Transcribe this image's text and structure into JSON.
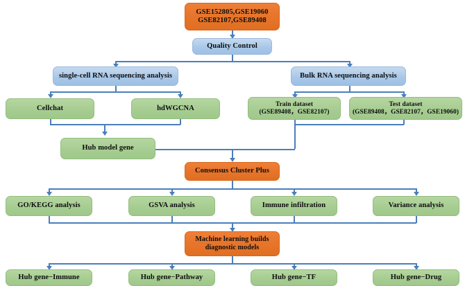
{
  "diagram": {
    "title": "Bioinformatics analysis workflow flowchart",
    "colors": {
      "orange": "#E8752B",
      "blue": "#A9C8E8",
      "green": "#A7CD92",
      "connector": "#4A7EBB",
      "text": "#0D0D0D"
    }
  },
  "nodes": {
    "datasets": {
      "line1": "GSE152805,GSE19060",
      "line2": "GSE82107,GSE89408",
      "color": "orange"
    },
    "quality_control": {
      "line1": "Quality Control",
      "color": "blue"
    },
    "single_cell": {
      "line1": "single-cell RNA sequencing analysis",
      "color": "blue"
    },
    "bulk_rna": {
      "line1": "Bulk RNA sequencing analysis",
      "color": "blue"
    },
    "cellchat": {
      "line1": "Cellchat",
      "color": "green"
    },
    "hdwgcna": {
      "line1": "hdWGCNA",
      "color": "green"
    },
    "train_dataset": {
      "line1": "Train dataset",
      "line2": "(GSE89408，GSE82107)",
      "color": "green"
    },
    "test_dataset": {
      "line1": "Test dataset",
      "line2": "(GSE89408，GSE82107，GSE19060)",
      "color": "green"
    },
    "hub_model_gene": {
      "line1": "Hub model gene",
      "color": "green"
    },
    "consensus_cluster_plus": {
      "line1": "Consensus Cluster Plus",
      "color": "orange"
    },
    "go_kegg": {
      "line1": "GO/KEGG analysis",
      "color": "green"
    },
    "gsva": {
      "line1": "GSVA analysis",
      "color": "green"
    },
    "immune_infiltration": {
      "line1": "Immune  infiltration",
      "color": "green"
    },
    "variance_analysis": {
      "line1": "Variance  analysis",
      "color": "green"
    },
    "machine_learning": {
      "line1": "Machine learning builds",
      "line2": "diagnostic models",
      "color": "orange"
    },
    "hub_gene_immune": {
      "line1": "Hub gene−Immune",
      "color": "green"
    },
    "hub_gene_pathway": {
      "line1": "Hub gene−Pathway",
      "color": "green"
    },
    "hub_gene_tf": {
      "line1": "Hub gene−TF",
      "color": "green"
    },
    "hub_gene_drug": {
      "line1": "Hub gene−Drug",
      "color": "green"
    }
  }
}
